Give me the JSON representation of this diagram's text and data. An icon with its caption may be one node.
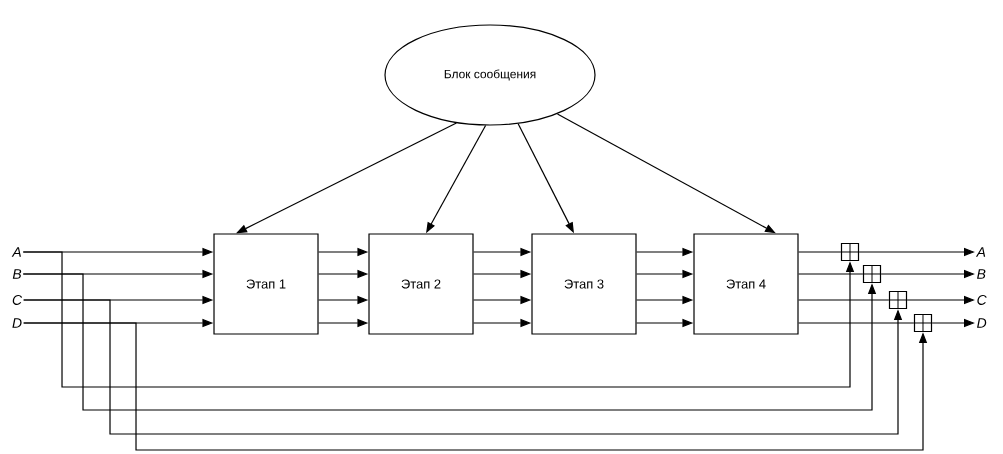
{
  "diagram": {
    "nodes": [
      {
        "text": [
          "Блок сообщения"
        ]
      },
      {
        "text": [
          "Этап 1"
        ]
      },
      {
        "text": [
          "Этап 2"
        ]
      },
      {
        "text": [
          "Этап 3"
        ]
      },
      {
        "text": [
          "Этап 4"
        ]
      },
      {
        "text": [
          "A"
        ]
      },
      {
        "text": [
          "B"
        ]
      },
      {
        "text": [
          "C"
        ]
      },
      {
        "text": [
          "D"
        ]
      },
      {
        "text": [],
        "shape": "box"
      },
      {
        "text": [],
        "shape": "box"
      },
      {
        "text": [],
        "shape": "box"
      },
      {
        "text": [],
        "shape": "box"
      },
      {
        "text": [
          "A"
        ]
      },
      {
        "text": [
          "B"
        ]
      },
      {
        "text": [
          "C"
        ]
      },
      {
        "text": [
          "D"
        ]
      }
    ],
    "edges": [
      {
        "from": 0,
        "to": 1,
        "arrow": "to"
      },
      {
        "from": 0,
        "to": 2,
        "arrow": "to"
      },
      {
        "from": 0,
        "to": 3,
        "arrow": "to"
      },
      {
        "from": 0,
        "to": 4,
        "arrow": "to"
      },
      {
        "from": 5,
        "to": 1,
        "arrow": "to"
      },
      {
        "from": 6,
        "to": 1,
        "arrow": "to"
      },
      {
        "from": 7,
        "to": 1,
        "arrow": "to"
      },
      {
        "from": 8,
        "to": 1,
        "arrow": "to"
      },
      {
        "from": 1,
        "to": 2,
        "arrow": "to"
      },
      {
        "from": 1,
        "to": 2,
        "arrow": "to"
      },
      {
        "from": 1,
        "to": 2,
        "arrow": "to"
      },
      {
        "from": 1,
        "to": 2,
        "arrow": "to"
      },
      {
        "from": 2,
        "to": 3,
        "arrow": "to"
      },
      {
        "from": 2,
        "to": 3,
        "arrow": "to"
      },
      {
        "from": 2,
        "to": 3,
        "arrow": "to"
      },
      {
        "from": 2,
        "to": 3,
        "arrow": "to"
      },
      {
        "from": 3,
        "to": 4,
        "arrow": "to"
      },
      {
        "from": 3,
        "to": 4,
        "arrow": "to"
      },
      {
        "from": 3,
        "to": 4,
        "arrow": "to"
      },
      {
        "from": 3,
        "to": 4,
        "arrow": "to"
      },
      {
        "from": 4,
        "to": 9,
        "arrow": "none"
      },
      {
        "from": 4,
        "to": 10,
        "arrow": "none"
      },
      {
        "from": 4,
        "to": 11,
        "arrow": "none"
      },
      {
        "from": 4,
        "to": 12,
        "arrow": "none"
      },
      {
        "from": 9,
        "to": 13,
        "arrow": "to"
      },
      {
        "from": 10,
        "to": 14,
        "arrow": "to"
      },
      {
        "from": 11,
        "to": 15,
        "arrow": "to"
      },
      {
        "from": 12,
        "to": 16,
        "arrow": "to"
      },
      {
        "from": 5,
        "to": 9,
        "arrow": "to"
      },
      {
        "from": 6,
        "to": 10,
        "arrow": "to"
      },
      {
        "from": 7,
        "to": 11,
        "arrow": "to"
      },
      {
        "from": 8,
        "to": 12,
        "arrow": "to"
      }
    ]
  }
}
